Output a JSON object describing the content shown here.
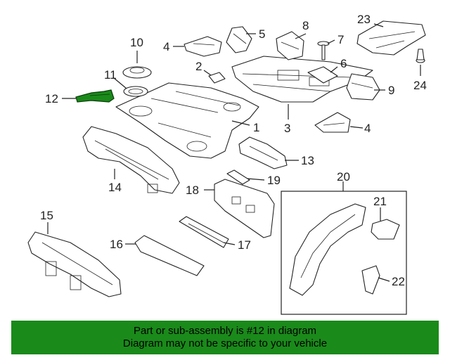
{
  "diagram": {
    "callouts": {
      "c1": "1",
      "c2": "2",
      "c3": "3",
      "c4a": "4",
      "c4b": "4",
      "c5": "5",
      "c6": "6",
      "c7": "7",
      "c8": "8",
      "c9": "9",
      "c10": "10",
      "c11": "11",
      "c12": "12",
      "c13": "13",
      "c14": "14",
      "c15": "15",
      "c16": "16",
      "c17": "17",
      "c18": "18",
      "c19": "19",
      "c20": "20",
      "c21": "21",
      "c22": "22",
      "c23": "23",
      "c24": "24"
    },
    "highlight_color": "#1a8a1a"
  },
  "banner": {
    "line1": "Part or sub-assembly is #12 in diagram",
    "line2": "Diagram may not be specific to your vehicle",
    "background": "#1a8a1a"
  }
}
